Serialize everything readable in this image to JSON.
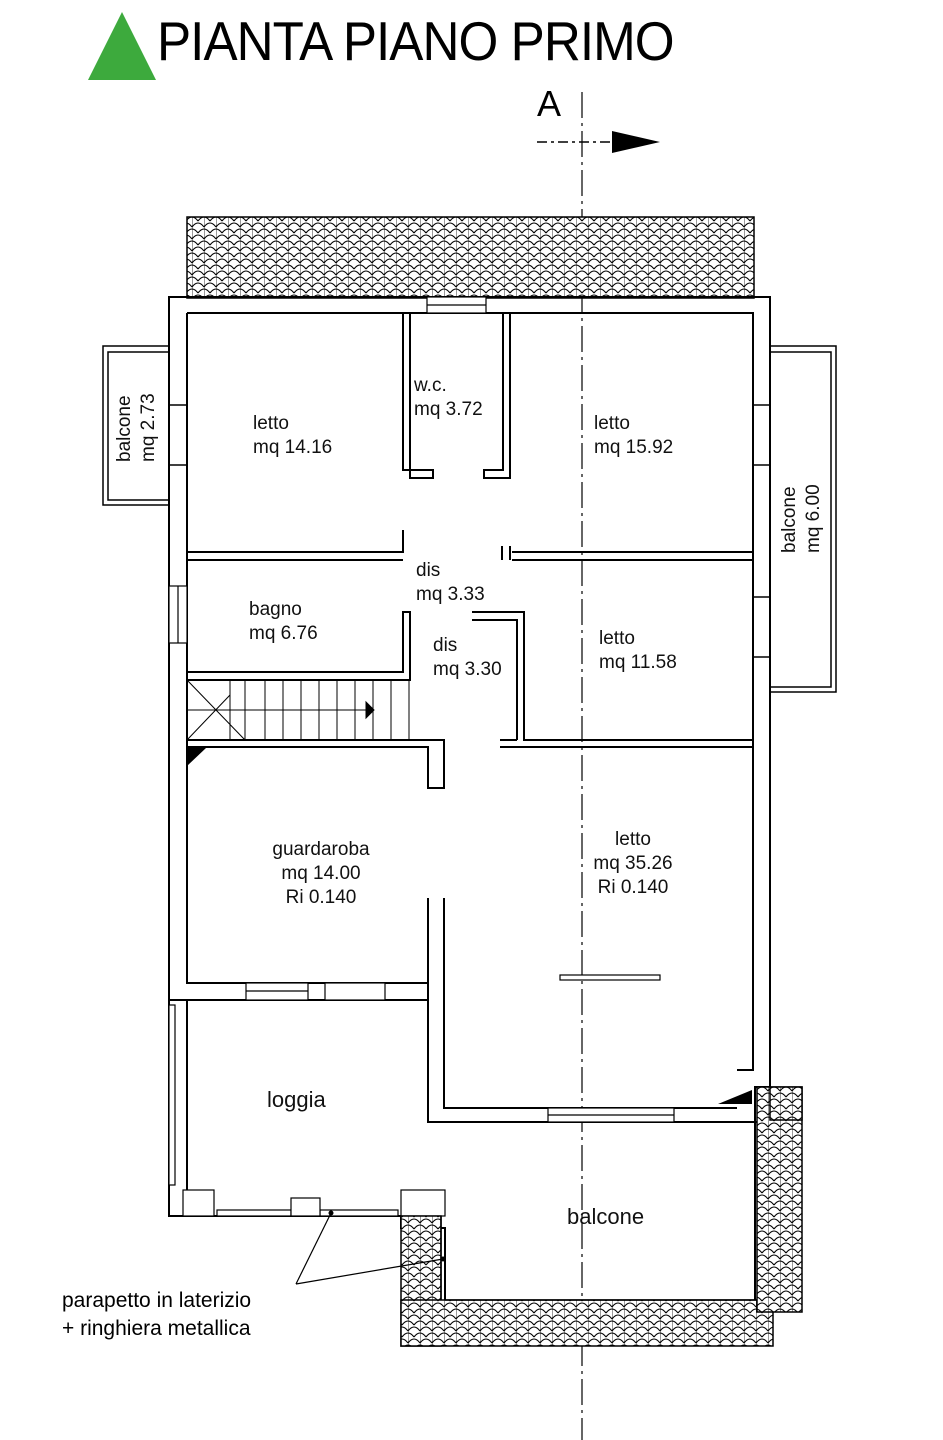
{
  "title": "PIANTA PIANO PRIMO",
  "section_marker": "A",
  "rooms": {
    "letto_nw": {
      "name": "letto",
      "area": "mq 14.16"
    },
    "wc": {
      "name": "w.c.",
      "area": "mq 3.72"
    },
    "letto_ne": {
      "name": "letto",
      "area": "mq 15.92"
    },
    "dis_1": {
      "name": "dis",
      "area": "mq 3.33"
    },
    "dis_2": {
      "name": "dis",
      "area": "mq 3.30"
    },
    "bagno": {
      "name": "bagno",
      "area": "mq 6.76"
    },
    "letto_e": {
      "name": "letto",
      "area": "mq 11.58"
    },
    "guardaroba": {
      "name": "guardaroba",
      "area": "mq 14.00",
      "ri": "Ri 0.140"
    },
    "letto_main": {
      "name": "letto",
      "area": "mq 35.26",
      "ri": "Ri 0.140"
    },
    "loggia": {
      "name": "loggia"
    },
    "balcone_s": {
      "name": "balcone"
    },
    "balcone_w": {
      "name": "balcone",
      "area": "mq 2.73"
    },
    "balcone_e": {
      "name": "balcone",
      "area": "mq 6.00"
    }
  },
  "note": {
    "line1": "parapetto in laterizio",
    "line2": "+ ringhiera metallica"
  },
  "colors": {
    "north_arrow": "#3daa3d",
    "walls": "#000000",
    "tile_fill": "#ffffff"
  }
}
